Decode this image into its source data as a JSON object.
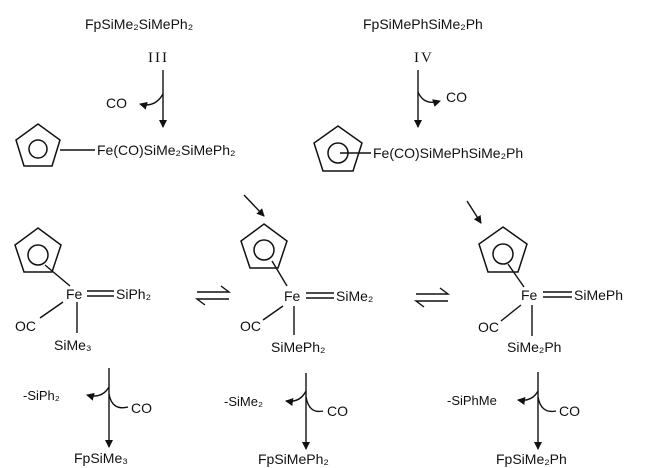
{
  "start": {
    "left": {
      "formula": "FpSiMe₂SiMePh₂",
      "label": "III"
    },
    "right": {
      "formula": "FpSiMePhSiMe₂Ph",
      "label": "IV"
    },
    "co_loss": "CO"
  },
  "intermediates": {
    "left": "Fe(CO)SiMe₂SiMePh₂",
    "right": "Fe(CO)SiMePhSiMe₂Ph"
  },
  "complexes": [
    {
      "fe": "Fe",
      "silylene": "SiPh₂",
      "co": "OC",
      "silyl": "SiMe₃"
    },
    {
      "fe": "Fe",
      "silylene": "SiMe₂",
      "co": "OC",
      "silyl": "SiMePh₂"
    },
    {
      "fe": "Fe",
      "silylene": "SiMePh",
      "co": "OC",
      "silyl": "SiMe₂Ph"
    }
  ],
  "eliminations": [
    {
      "lost": "-SiPh₂",
      "co": "CO",
      "product": "FpSiMe₃"
    },
    {
      "lost": "-SiMe₂",
      "co": "CO",
      "product": "FpSiMePh₂"
    },
    {
      "lost": "-SiPhMe",
      "co": "CO",
      "product": "FpSiMe₂Ph"
    }
  ]
}
